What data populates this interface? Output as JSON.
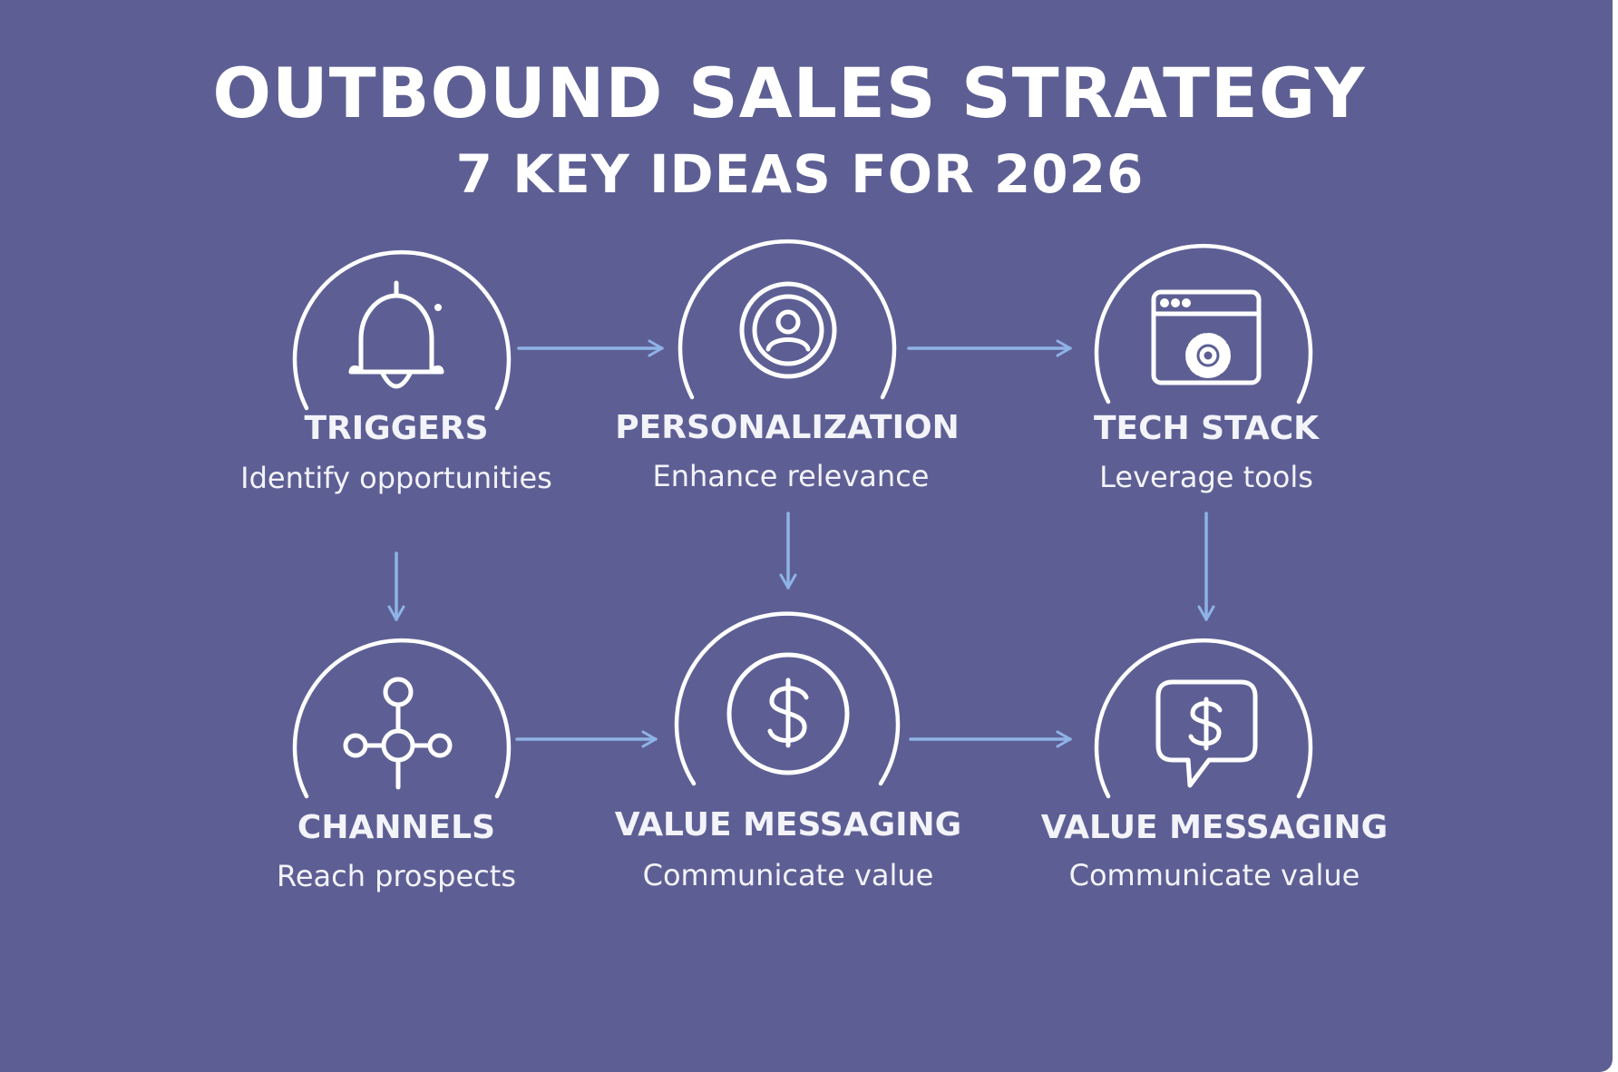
{
  "header": {
    "title": "OUTBOUND SALES STRATEGY",
    "subtitle": "7 KEY IDEAS FOR 2026"
  },
  "colors": {
    "background": "#5d5f94",
    "arc_stroke": "#ffffff",
    "arrow": "#8fb3e6",
    "text": "#f3f3fa"
  },
  "nodes": [
    {
      "id": "triggers",
      "icon": "bell-icon",
      "title": "TRIGGERS",
      "desc": "Identify opportunities"
    },
    {
      "id": "personalization",
      "icon": "user-circle-icon",
      "title": "PERSONALIZATION",
      "desc": "Enhance relevance"
    },
    {
      "id": "tech-stack",
      "icon": "browser-gear-icon",
      "title": "TECH STACK",
      "desc": "Leverage tools"
    },
    {
      "id": "channels",
      "icon": "network-hub-icon",
      "title": "CHANNELS",
      "desc": "Reach prospects"
    },
    {
      "id": "value-messaging-1",
      "icon": "dollar-circle-icon",
      "title": "VALUE MESSAGING",
      "desc": "Communicate value"
    },
    {
      "id": "value-messaging-2",
      "icon": "dollar-chat-icon",
      "title": "VALUE MESSAGING",
      "desc": "Communicate value"
    }
  ],
  "connections": [
    {
      "from": "triggers",
      "to": "personalization"
    },
    {
      "from": "personalization",
      "to": "tech-stack"
    },
    {
      "from": "triggers",
      "to": "channels"
    },
    {
      "from": "personalization",
      "to": "value-messaging-1"
    },
    {
      "from": "tech-stack",
      "to": "value-messaging-2"
    },
    {
      "from": "channels",
      "to": "value-messaging-1"
    },
    {
      "from": "value-messaging-1",
      "to": "value-messaging-2"
    }
  ]
}
